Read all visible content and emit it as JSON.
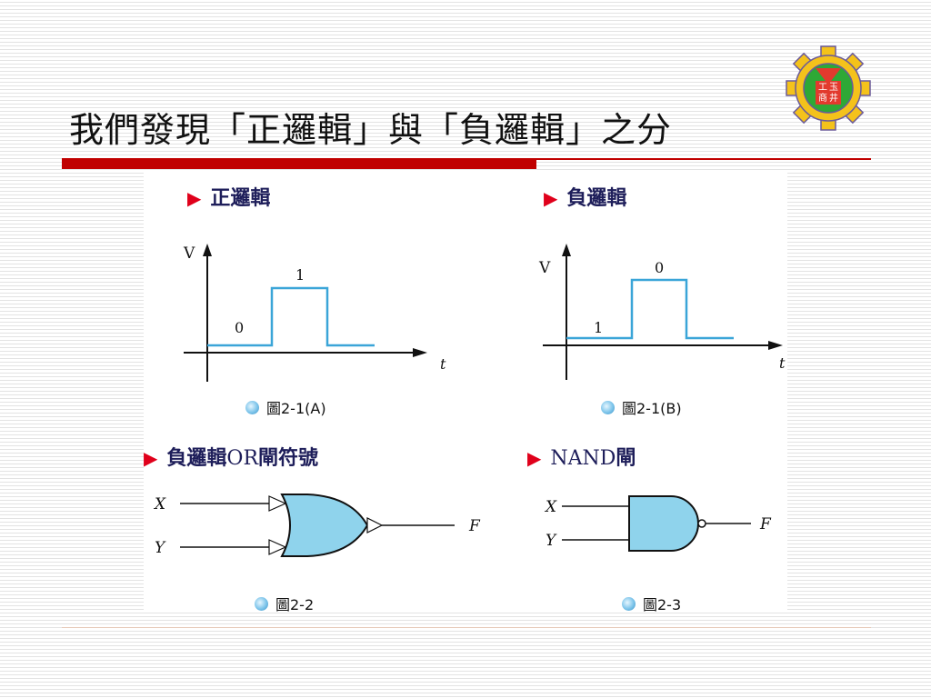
{
  "title": "我們發現「正邏輯」與「負邏輯」之分",
  "colors": {
    "accent_red": "#c00000",
    "wave_blue": "#3aa5d8",
    "gate_fill": "#8fd3ec",
    "heading_navy": "#1e1e5a"
  },
  "logo": {
    "text_top": "工",
    "text_right": "玉",
    "text_bottom": "商",
    "text_br": "井"
  },
  "sections": {
    "positive": {
      "heading": "正邏輯",
      "axis_v": "V",
      "axis_t": "t",
      "low_label": "0",
      "high_label": "1",
      "caption": "圖2-1(A)"
    },
    "negative": {
      "heading": "負邏輯",
      "axis_v": "V",
      "axis_t": "t",
      "low_label": "1",
      "high_label": "0",
      "caption": "圖2-1(B)"
    },
    "neg_or": {
      "heading_cjk_1": "負邏輯",
      "heading_latin": "OR",
      "heading_cjk_2": "閘符號",
      "input_x": "X",
      "input_y": "Y",
      "output": "F",
      "caption": "圖2-2"
    },
    "nand": {
      "heading_latin": "NAND",
      "heading_cjk": "閘",
      "input_x": "X",
      "input_y": "Y",
      "output": "F",
      "caption": "圖2-3"
    }
  }
}
